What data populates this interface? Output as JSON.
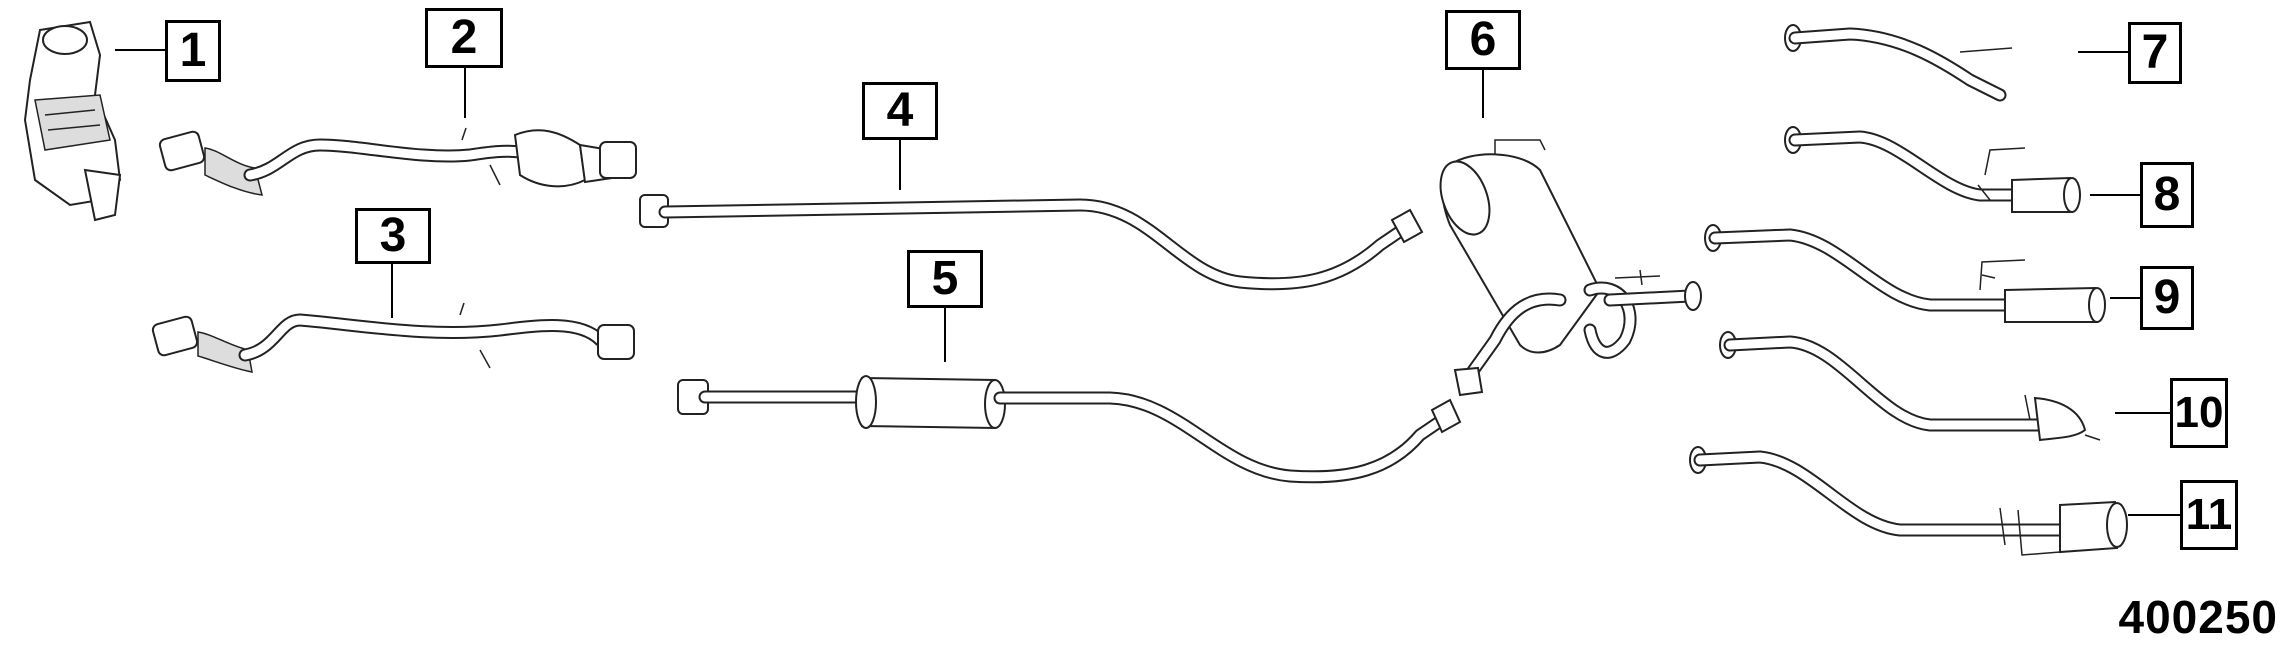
{
  "callouts": [
    {
      "id": 1,
      "label": "1"
    },
    {
      "id": 2,
      "label": "2"
    },
    {
      "id": 3,
      "label": "3"
    },
    {
      "id": 4,
      "label": "4"
    },
    {
      "id": 5,
      "label": "5"
    },
    {
      "id": 6,
      "label": "6"
    },
    {
      "id": 7,
      "label": "7"
    },
    {
      "id": 8,
      "label": "8"
    },
    {
      "id": 9,
      "label": "9"
    },
    {
      "id": 10,
      "label": "10"
    },
    {
      "id": 11,
      "label": "11"
    }
  ],
  "figure_number": "400250"
}
